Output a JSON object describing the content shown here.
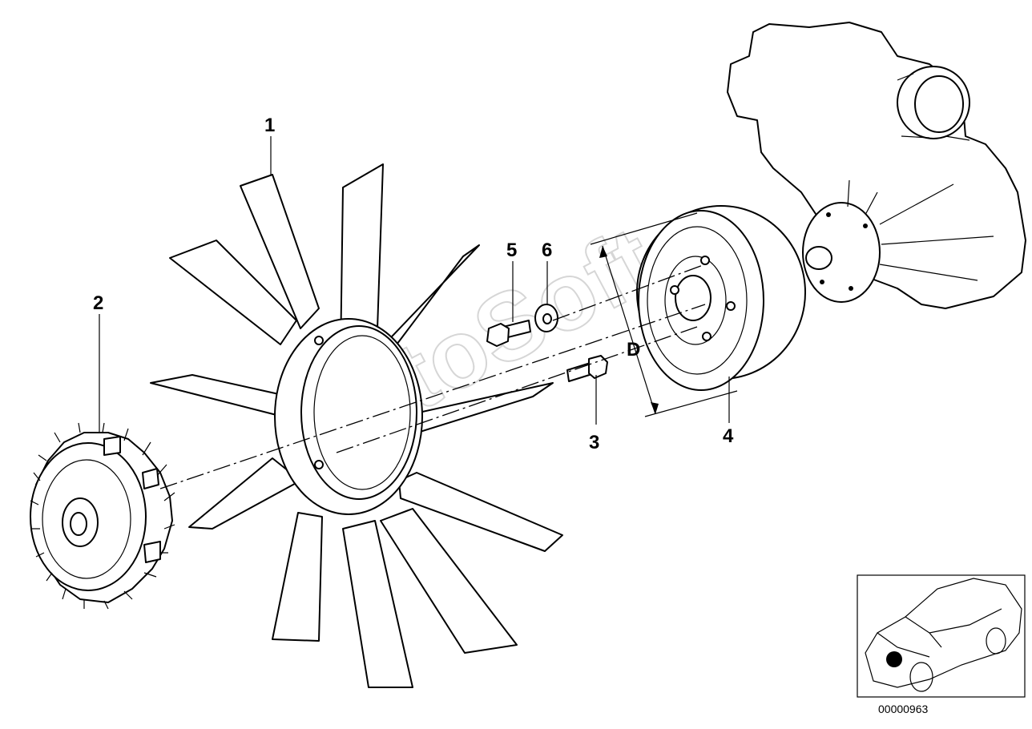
{
  "diagram": {
    "watermark": "AutoSoft",
    "callouts": [
      {
        "id": "1",
        "text": "1"
      },
      {
        "id": "2",
        "text": "2"
      },
      {
        "id": "3",
        "text": "3"
      },
      {
        "id": "4",
        "text": "4"
      },
      {
        "id": "5",
        "text": "5"
      },
      {
        "id": "6",
        "text": "6"
      }
    ],
    "dimension_label": "D",
    "reference_number": "00000963"
  },
  "colors": {
    "line": "#000000",
    "background": "#ffffff",
    "marker": "#000000"
  }
}
